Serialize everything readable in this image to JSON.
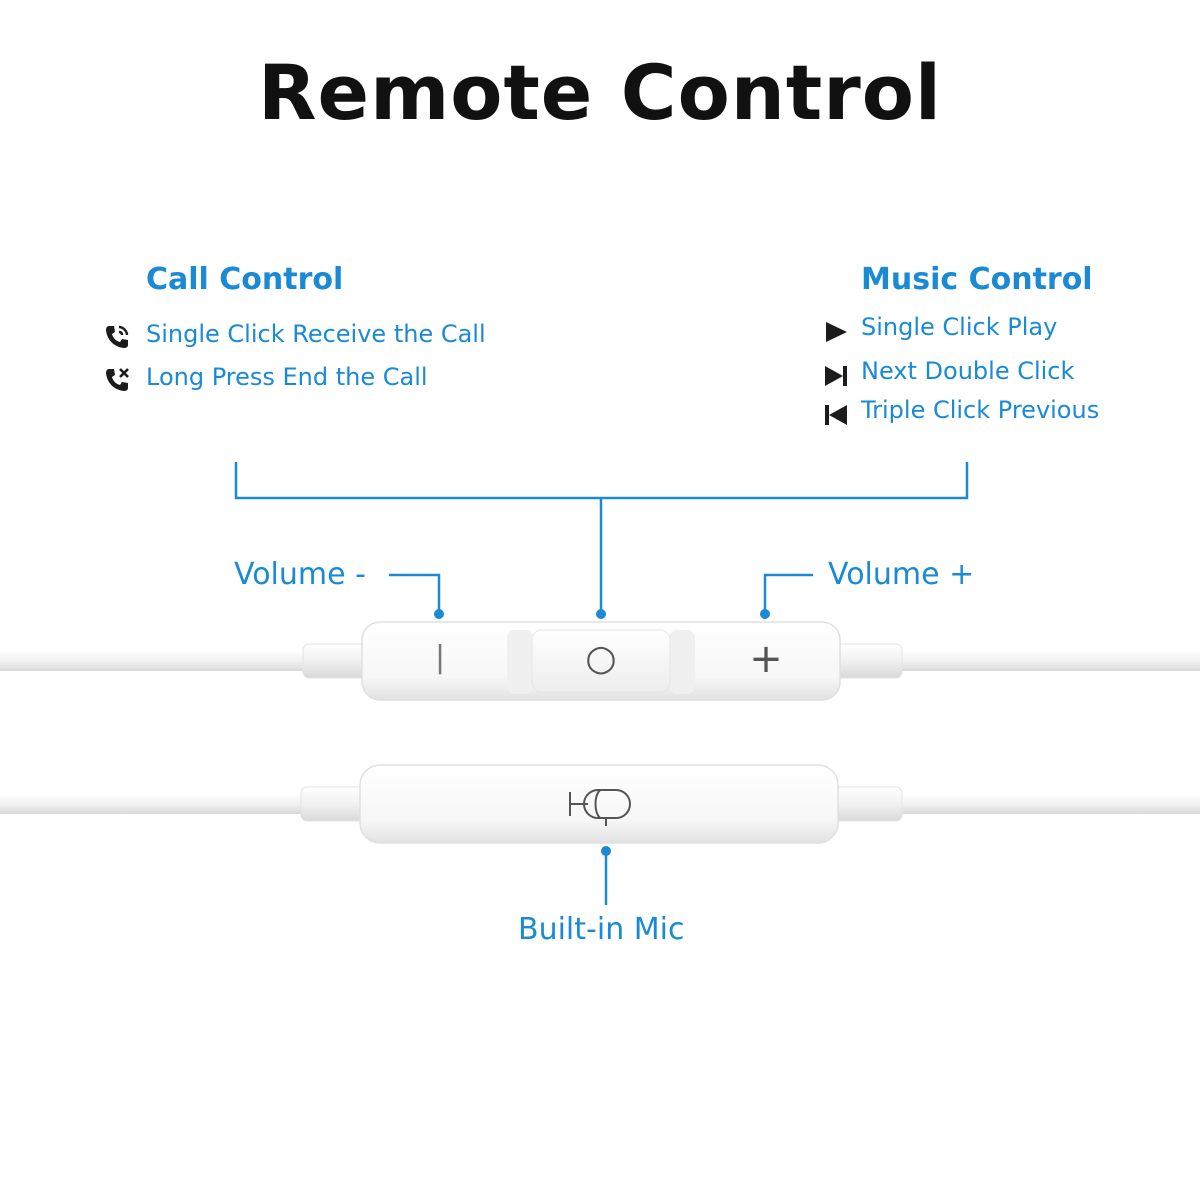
{
  "title": "Remote Control",
  "call_control": {
    "heading": "Call Control",
    "items": [
      {
        "icon": "phone-receive-icon",
        "label": "Single Click Receive the Call"
      },
      {
        "icon": "phone-end-icon",
        "label": "Long Press End the Call"
      }
    ]
  },
  "music_control": {
    "heading": "Music Control",
    "items": [
      {
        "icon": "play-icon",
        "label": "Single Click Play"
      },
      {
        "icon": "next-track-icon",
        "label": "Next Double Click"
      },
      {
        "icon": "previous-track-icon",
        "label": "Triple Click Previous"
      }
    ]
  },
  "labels": {
    "volume_down": "Volume -",
    "volume_up": "Volume +",
    "mic": "Built-in Mic"
  },
  "remote_buttons": {
    "minus": "|",
    "center": "○",
    "plus": "+"
  },
  "colors": {
    "accent": "#1a8ad4",
    "title": "#111111",
    "cable": "#f2f2f2",
    "icon": "#1c1c1c"
  }
}
